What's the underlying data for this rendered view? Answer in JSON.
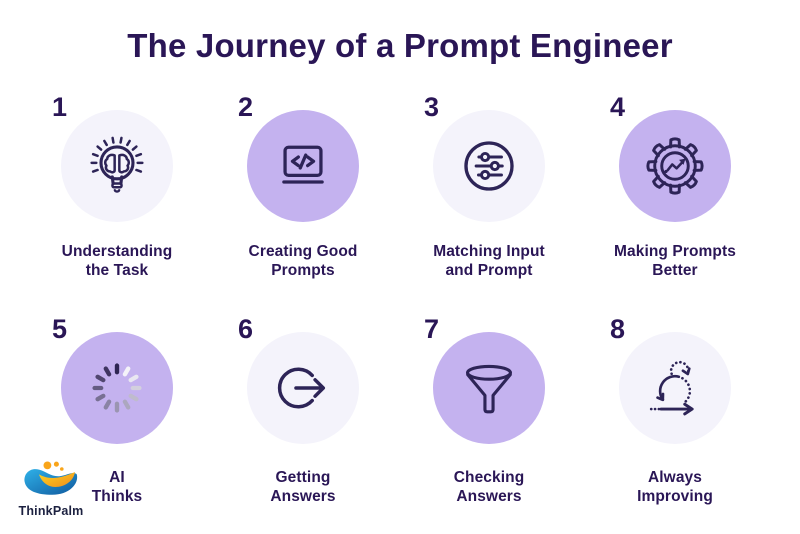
{
  "title": "The Journey of a Prompt Engineer",
  "colors": {
    "background": "#ffffff",
    "text_dark": "#2a1656",
    "icon_stroke": "#2d2457",
    "circle_purple": "#c4b2ef",
    "circle_light": "#f4f3fb",
    "logo_text": "#1c2140"
  },
  "logo_colors": {
    "blue_light": "#2fb1e8",
    "blue_dark": "#10599e",
    "gold_light": "#ffd51f",
    "gold_dark": "#f08c1c",
    "dot_orange": "#f9a51a"
  },
  "spinner_segment_colors": [
    "#2e2553",
    "#f4f3f9",
    "#e9e7f1",
    "#d3d0de",
    "#bfbbcd",
    "#aca7bf",
    "#9b95b1",
    "#8a83a4",
    "#787093",
    "#655c83",
    "#514770",
    "#3f3561"
  ],
  "steps": [
    {
      "number": "1",
      "label_line1": "Understanding",
      "label_line2": "the Task",
      "icon": "lightbulb-brain-icon",
      "circle_style": "light"
    },
    {
      "number": "2",
      "label_line1": "Creating Good",
      "label_line2": "Prompts",
      "icon": "code-monitor-icon",
      "circle_style": "purple"
    },
    {
      "number": "3",
      "label_line1": "Matching Input",
      "label_line2": "and Prompt",
      "icon": "sliders-icon",
      "circle_style": "light"
    },
    {
      "number": "4",
      "label_line1": "Making Prompts",
      "label_line2": "Better",
      "icon": "gear-chart-icon",
      "circle_style": "purple"
    },
    {
      "number": "5",
      "label_line1": "AI",
      "label_line2": "Thinks",
      "icon": "spinner-icon",
      "circle_style": "purple"
    },
    {
      "number": "6",
      "label_line1": "Getting",
      "label_line2": "Answers",
      "icon": "logout-arrow-icon",
      "circle_style": "light"
    },
    {
      "number": "7",
      "label_line1": "Checking",
      "label_line2": "Answers",
      "icon": "funnel-icon",
      "circle_style": "purple"
    },
    {
      "number": "8",
      "label_line1": "Always",
      "label_line2": "Improving",
      "icon": "iteration-loop-icon",
      "circle_style": "light"
    }
  ],
  "logo": {
    "text": "ThinkPalm"
  }
}
